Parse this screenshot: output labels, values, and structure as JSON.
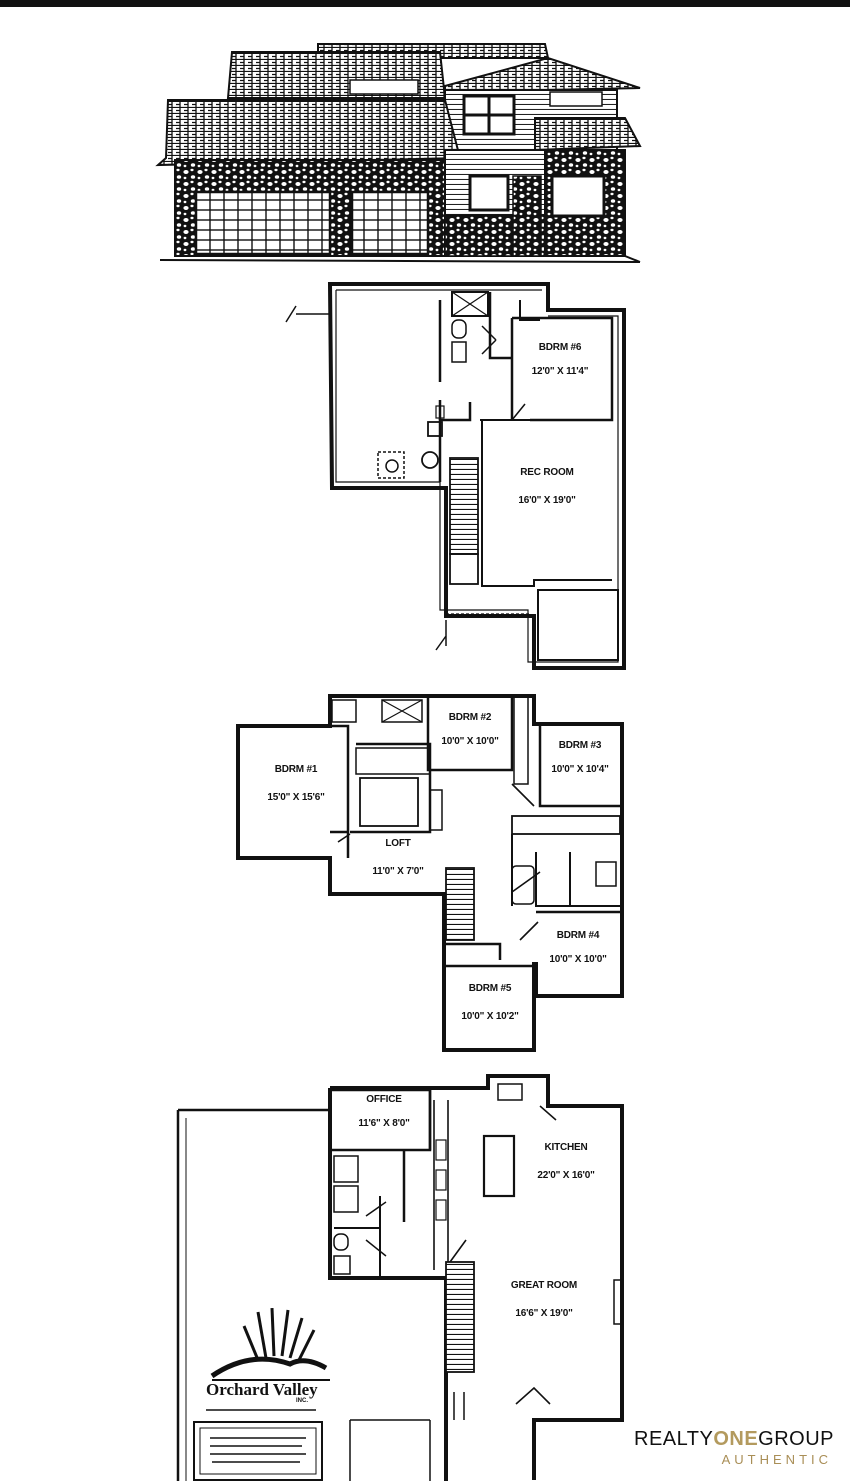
{
  "basement": {
    "rooms": [
      {
        "id": "bdrm6",
        "name": "BDRM #6",
        "dims": "12'0\" X 11'4\""
      },
      {
        "id": "rec",
        "name": "REC ROOM",
        "dims": "16'0\" X 19'0\""
      }
    ]
  },
  "upper": {
    "rooms": [
      {
        "id": "bdrm2",
        "name": "BDRM #2",
        "dims": "10'0\" X 10'0\""
      },
      {
        "id": "bdrm3",
        "name": "BDRM #3",
        "dims": "10'0\" X 10'4\""
      },
      {
        "id": "bdrm1",
        "name": "BDRM #1",
        "dims": "15'0\" X 15'6\""
      },
      {
        "id": "loft",
        "name": "LOFT",
        "dims": "11'0\" X 7'0\""
      },
      {
        "id": "bdrm4",
        "name": "BDRM #4",
        "dims": "10'0\" X 10'0\""
      },
      {
        "id": "bdrm5",
        "name": "BDRM #5",
        "dims": "10'0\" X 10'2\""
      }
    ]
  },
  "main": {
    "rooms": [
      {
        "id": "office",
        "name": "OFFICE",
        "dims": "11'6\" X 8'0\""
      },
      {
        "id": "kitchen",
        "name": "KITCHEN",
        "dims": "22'0\" X 16'0\""
      },
      {
        "id": "great",
        "name": "GREAT ROOM",
        "dims": "16'6\" X 19'0\""
      }
    ]
  },
  "builder_logo": {
    "name": "Orchard Valley",
    "suffix": "INC."
  },
  "brand": {
    "part1": "REALTY",
    "accent": "ONE",
    "part2": "GROUP",
    "tagline": "AUTHENTIC",
    "accent_color": "#b39a5e"
  }
}
